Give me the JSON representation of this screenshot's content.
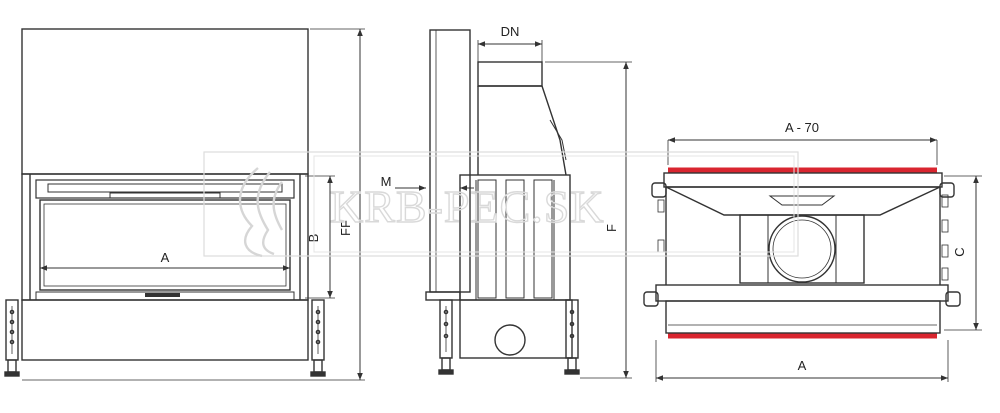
{
  "watermark": {
    "text": "KRB-PEC.SK"
  },
  "front_view": {
    "dim_width": "A",
    "dim_opening": "B",
    "dim_height": "FF"
  },
  "side_view": {
    "dim_flue": "DN",
    "dim_offset": "M",
    "dim_height": "F"
  },
  "top_view": {
    "dim_inner": "A - 70",
    "dim_width": "A",
    "dim_depth": "C"
  },
  "colors": {
    "line": "#333333",
    "accent": "#d9252f",
    "watermark": "#d9d9d9"
  }
}
